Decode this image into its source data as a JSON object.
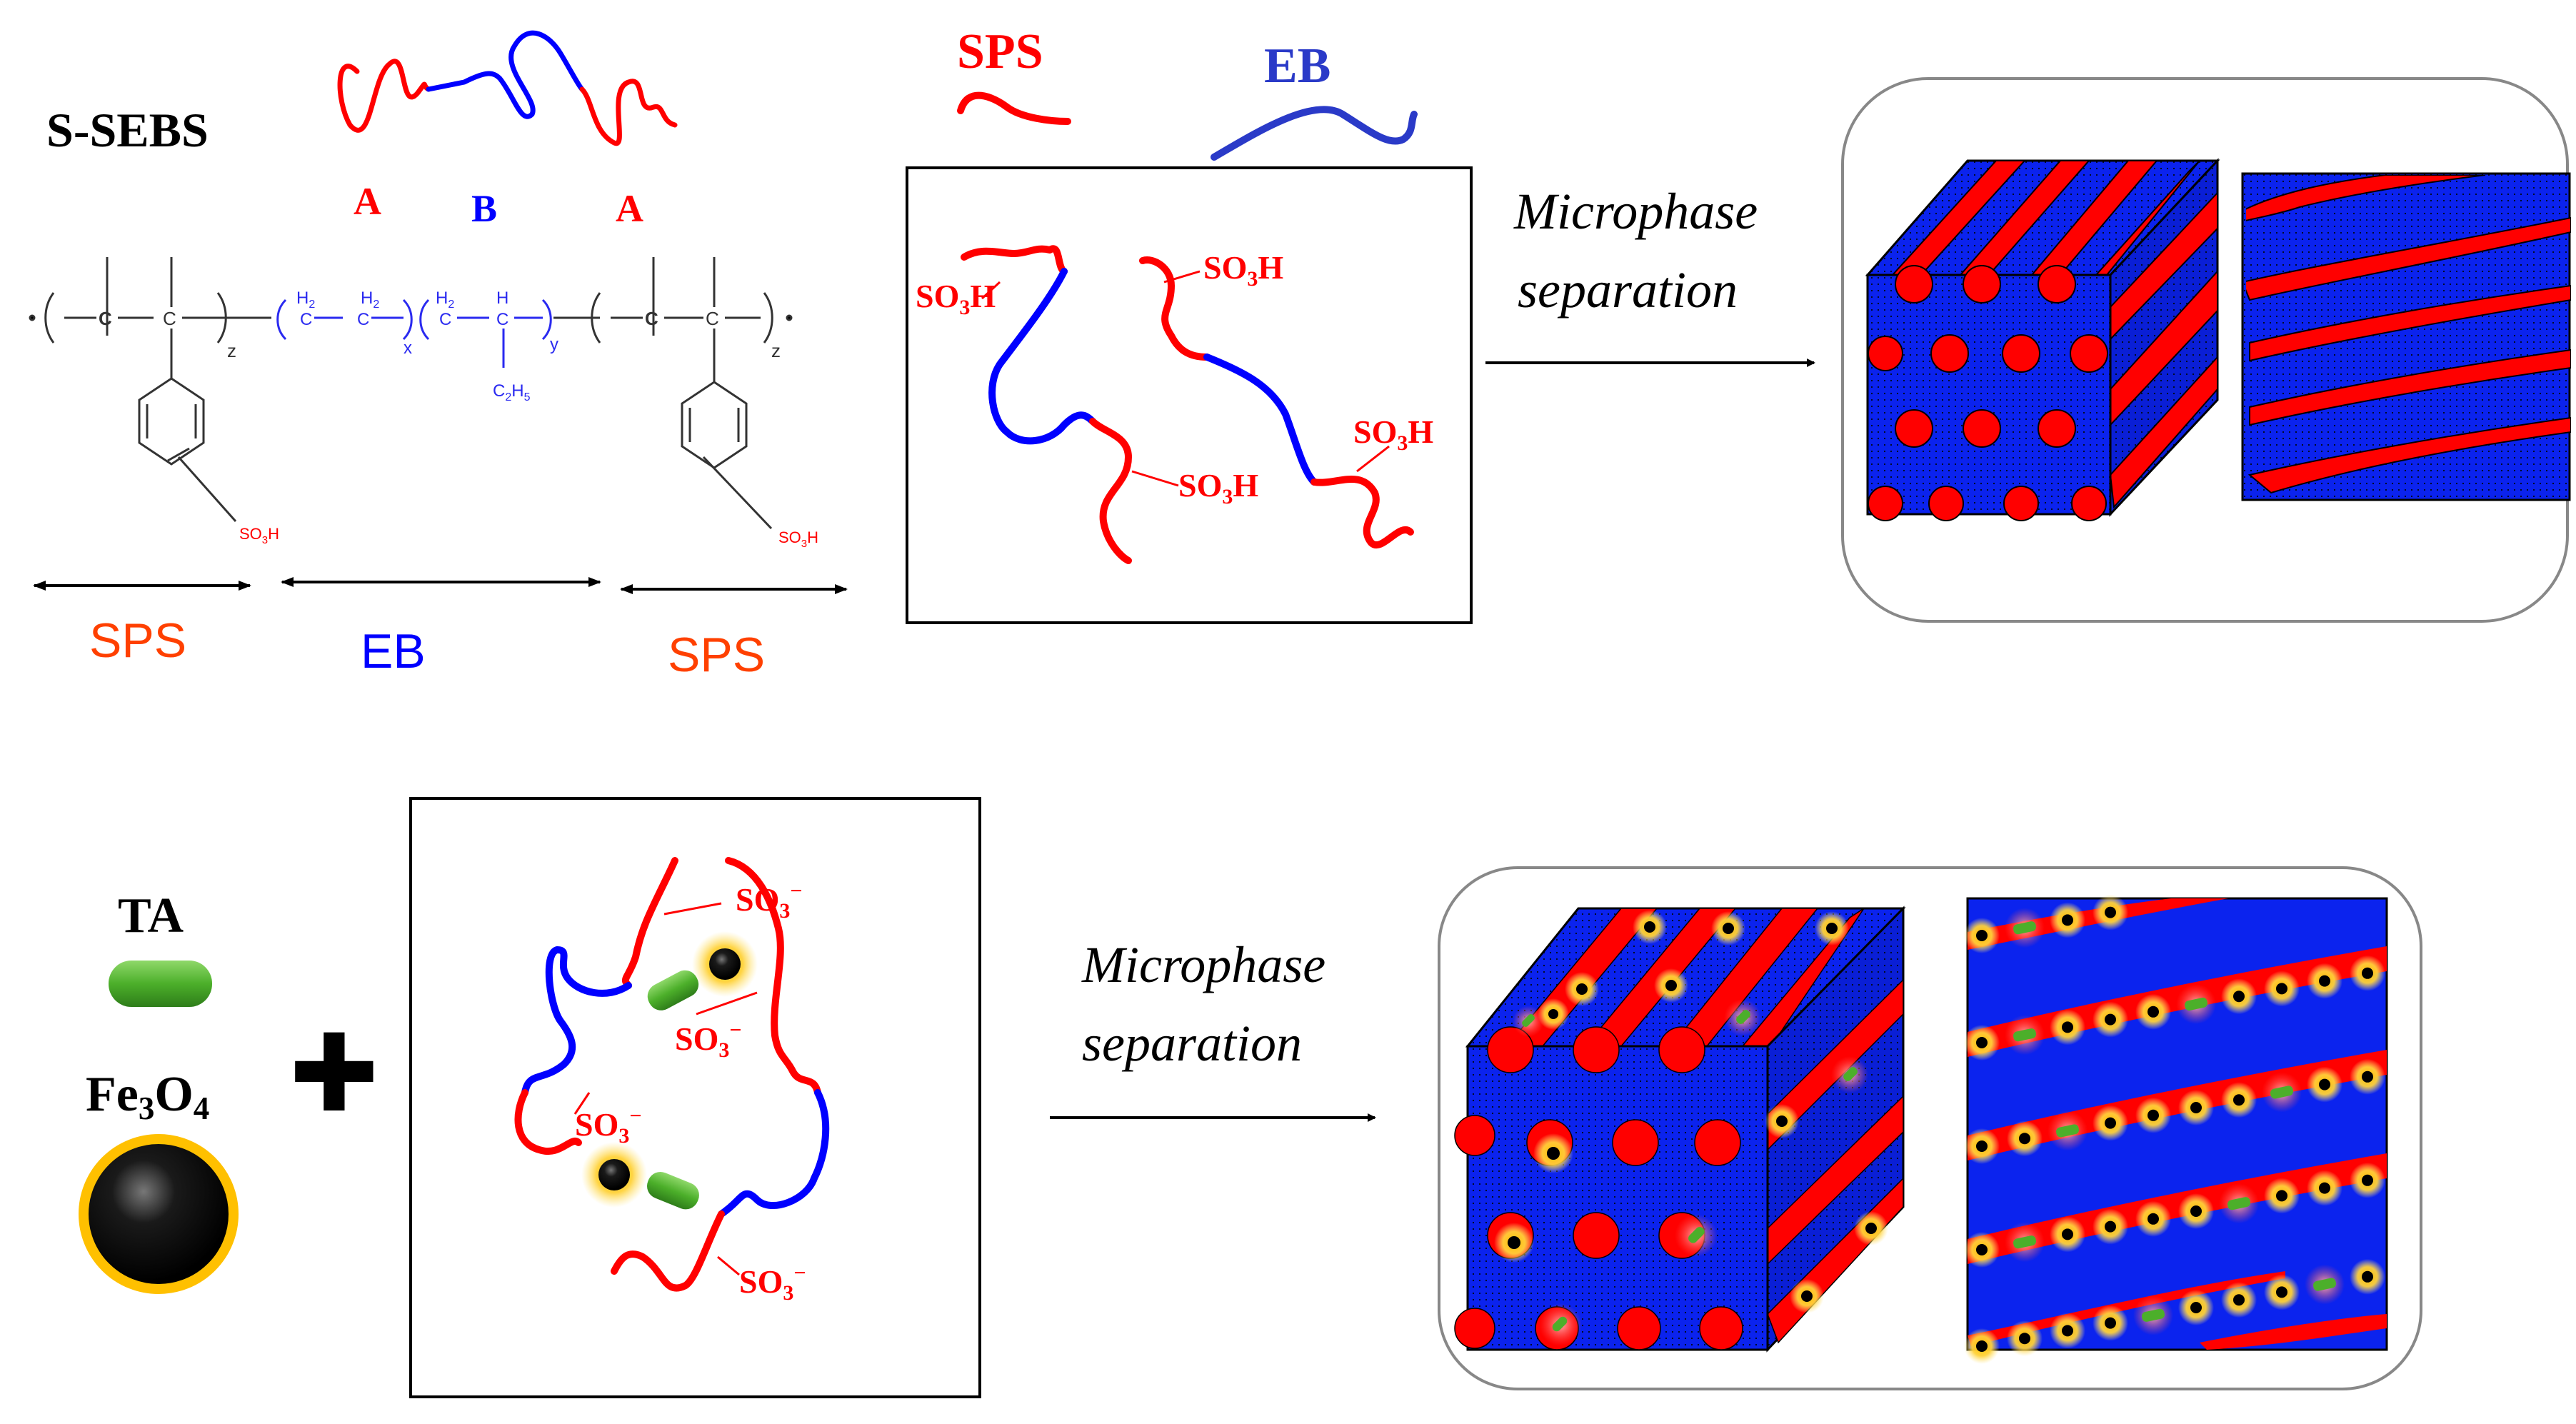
{
  "top": {
    "sebs_title": "S-SEBS",
    "block_a_left": "A",
    "block_b": "B",
    "block_a_right": "A",
    "struct_c": "C",
    "struct_h2": "H",
    "struct_h2_sub": "2",
    "struct_x": "x",
    "struct_y": "y",
    "struct_z": "z",
    "struct_h": "H",
    "struct_ethyl": "C",
    "struct_ethyl_h": "H",
    "struct_ethyl_sub_2": "2",
    "struct_ethyl_sub_5": "5",
    "so3h_small": "SO",
    "so3h_small_sub": "3",
    "so3h_small_h": "H",
    "range_sps_left": "SPS",
    "range_eb": "EB",
    "range_sps_right": "SPS",
    "legend_sps": "SPS",
    "legend_eb": "EB",
    "chain_label": "SO",
    "chain_label_sub": "3",
    "chain_label_h": "H",
    "arrow_label_line1": "Microphase",
    "arrow_label_line2": "separation"
  },
  "bottom": {
    "ta_label": "TA",
    "fe3o4_label_fe": "Fe",
    "fe3o4_sub_3": "3",
    "fe3o4_label_o": "O",
    "fe3o4_sub_4": "4",
    "plus_symbol": "✚",
    "ion_label": "SO",
    "ion_sub": "3",
    "ion_sup": "−",
    "arrow_label_line1": "Microphase",
    "arrow_label_line2": "separation"
  },
  "colors": {
    "sps": "#ff0000",
    "eb": "#0000ff",
    "matrix": "#0b23ee",
    "ta": "#4caf2a",
    "fe3o4_core": "#000000",
    "fe3o4_ring": "#ffc000"
  }
}
